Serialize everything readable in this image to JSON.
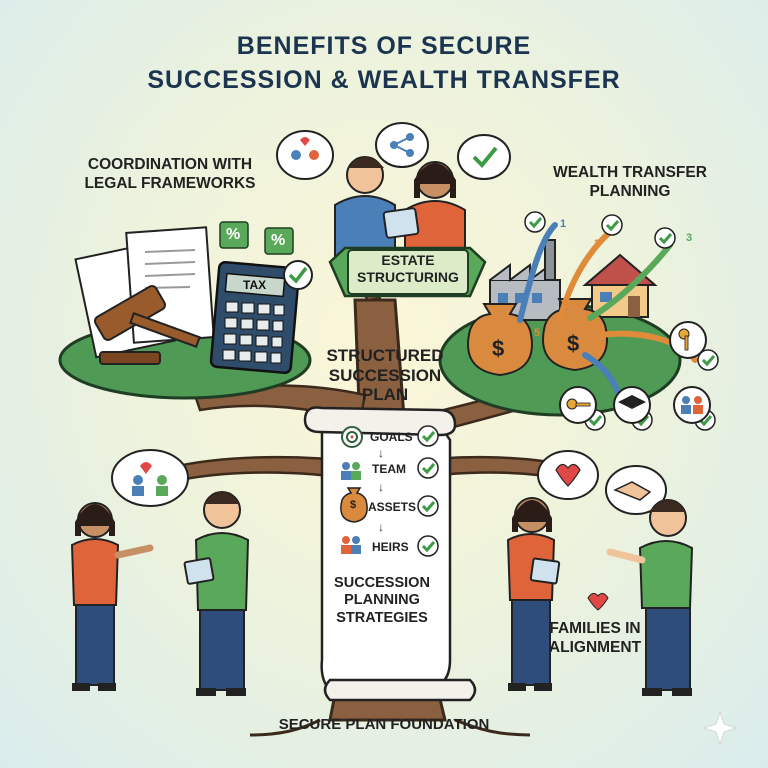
{
  "title_line1": "BENEFITS OF SECURE",
  "title_line2": "SUCCESSION & WEALTH TRANSFER",
  "labels": {
    "coordination": "COORDINATION WITH\nLEGAL FRAMEWORKS",
    "wealth_transfer": "WEALTH TRANSFER\nPLANNING",
    "estate": "ESTATE\nSTRUCTURING",
    "structured": "STRUCTURED\nSUCCESSION\nPLAN",
    "strategies": "SUCCESSION\nPLANNING\nSTRATEGIES",
    "families": "FAMILIES IN\nALIGNMENT",
    "foundation": "SECURE PLAN FOUNDATION",
    "tax": "TAX",
    "percent": "%",
    "dollar": "$"
  },
  "plan_steps": [
    "GOALS",
    "TEAM",
    "ASSETS",
    "HEIRS"
  ],
  "path_numbers": [
    "1",
    "2",
    "3",
    "4",
    "5"
  ],
  "colors": {
    "title": "#1b3550",
    "leaf": "#4f9a55",
    "trunk": "#8a6040",
    "check": "#3d9a45",
    "orange_shirt": "#e0643a",
    "blue_shirt": "#4a7fb8",
    "green_shirt": "#5aa85a"
  }
}
